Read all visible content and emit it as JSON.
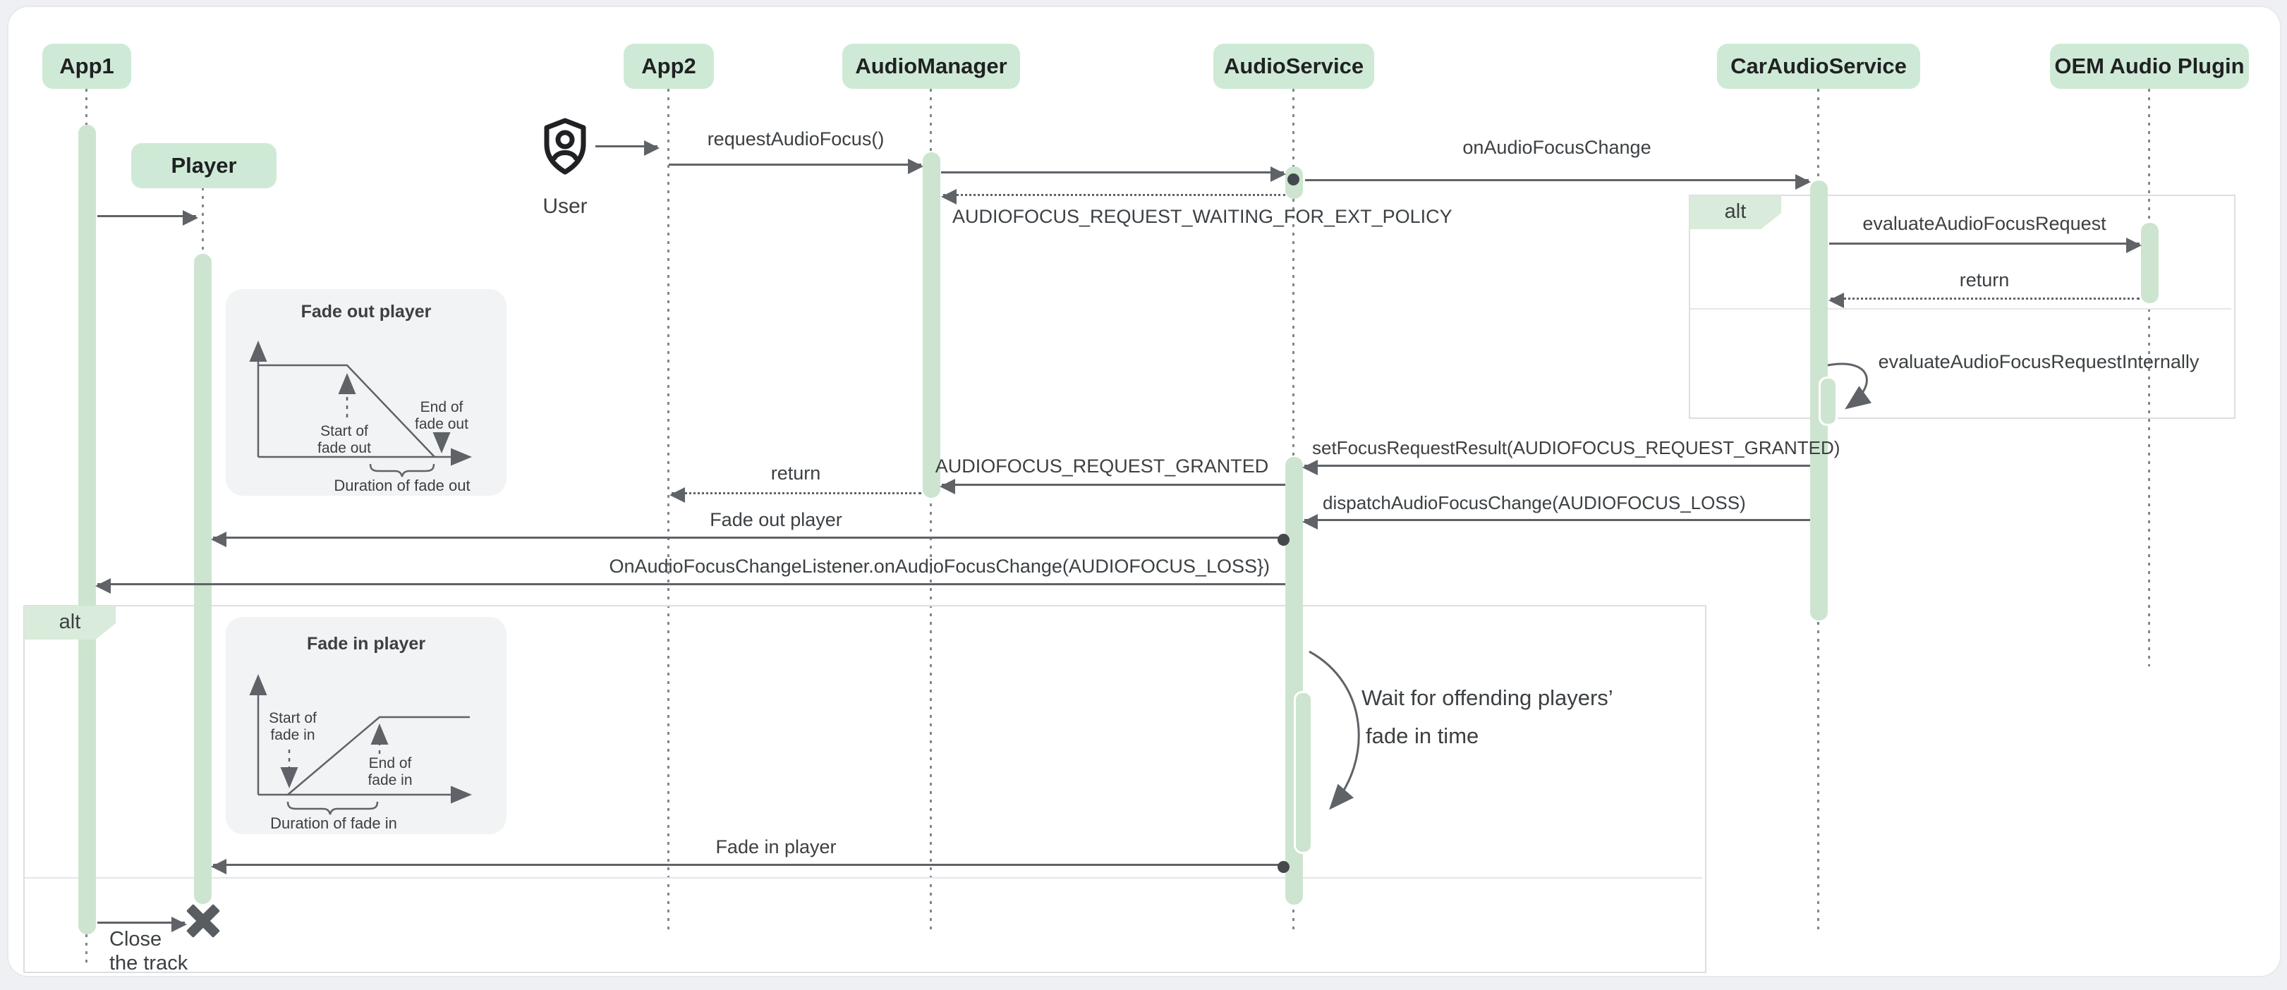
{
  "colors": {
    "page_bg": "#eef0f3",
    "panel_bg": "#ffffff",
    "header_green": "#ceead6",
    "activation_green": "#cde5d0",
    "alt_label_green": "#d9ebda",
    "arrow_gray": "#5f6368",
    "text_gray": "#3c4043",
    "frame_border": "#dcdee1",
    "chart_panel": "#f1f3f4"
  },
  "lifelines": [
    {
      "id": "app1",
      "label": "App1"
    },
    {
      "id": "player",
      "label": "Player"
    },
    {
      "id": "app2",
      "label": "App2"
    },
    {
      "id": "audiomanager",
      "label": "AudioManager"
    },
    {
      "id": "audioservice",
      "label": "AudioService"
    },
    {
      "id": "caraudioservice",
      "label": "CarAudioService"
    },
    {
      "id": "oem",
      "label": "OEM Audio Plugin"
    }
  ],
  "actor": {
    "label": "User",
    "icon": "shield-user-icon"
  },
  "frames": {
    "alt_right": "alt",
    "alt_left": "alt"
  },
  "messages": {
    "request_audio_focus": "requestAudioFocus()",
    "on_audio_focus_change": "onAudioFocusChange",
    "waiting_ext_policy": "AUDIOFOCUS_REQUEST_WAITING_FOR_EXT_POLICY",
    "evaluate_request": "evaluateAudioFocusRequest",
    "return_oem": "return",
    "evaluate_internally": "evaluateAudioFocusRequestInternally",
    "set_focus_result": "setFocusRequestResult(AUDIOFOCUS_REQUEST_GRANTED)",
    "request_granted": "AUDIOFOCUS_REQUEST_GRANTED",
    "return_manager": "return",
    "dispatch_loss": "dispatchAudioFocusChange(AUDIOFOCUS_LOSS)",
    "fade_out_player": "Fade out player",
    "on_focus_change_listener": "OnAudioFocusChangeListener.onAudioFocusChange(AUDIOFOCUS_LOSS})",
    "fade_in_player": "Fade in player",
    "close_line1": "Close",
    "close_line2": "the track"
  },
  "note": {
    "line1": "Wait for offending players’",
    "line2": "fade in time"
  },
  "charts": {
    "fade_out": {
      "title": "Fade out player",
      "start_l1": "Start of",
      "start_l2": "fade out",
      "end_l1": "End of",
      "end_l2": "fade out",
      "duration": "Duration of fade out"
    },
    "fade_in": {
      "title": "Fade in player",
      "start_l1": "Start of",
      "start_l2": "fade in",
      "end_l1": "End of",
      "end_l2": "fade in",
      "duration": "Duration of fade in"
    }
  },
  "chart_data": [
    {
      "type": "line",
      "title": "Fade out player",
      "xlabel": "",
      "ylabel": "",
      "x": [
        0,
        0.42,
        0.83,
        1
      ],
      "y": [
        1,
        1,
        0,
        0
      ],
      "annotations": [
        "Start of fade out",
        "End of fade out",
        "Duration of fade out"
      ],
      "axes_unlabeled": true,
      "grid": false
    },
    {
      "type": "line",
      "title": "Fade in player",
      "xlabel": "",
      "ylabel": "",
      "x": [
        0,
        0.15,
        0.57,
        1
      ],
      "y": [
        0,
        0,
        1,
        1
      ],
      "annotations": [
        "Start of fade in",
        "End of fade in",
        "Duration of fade in"
      ],
      "axes_unlabeled": true,
      "grid": false
    }
  ]
}
